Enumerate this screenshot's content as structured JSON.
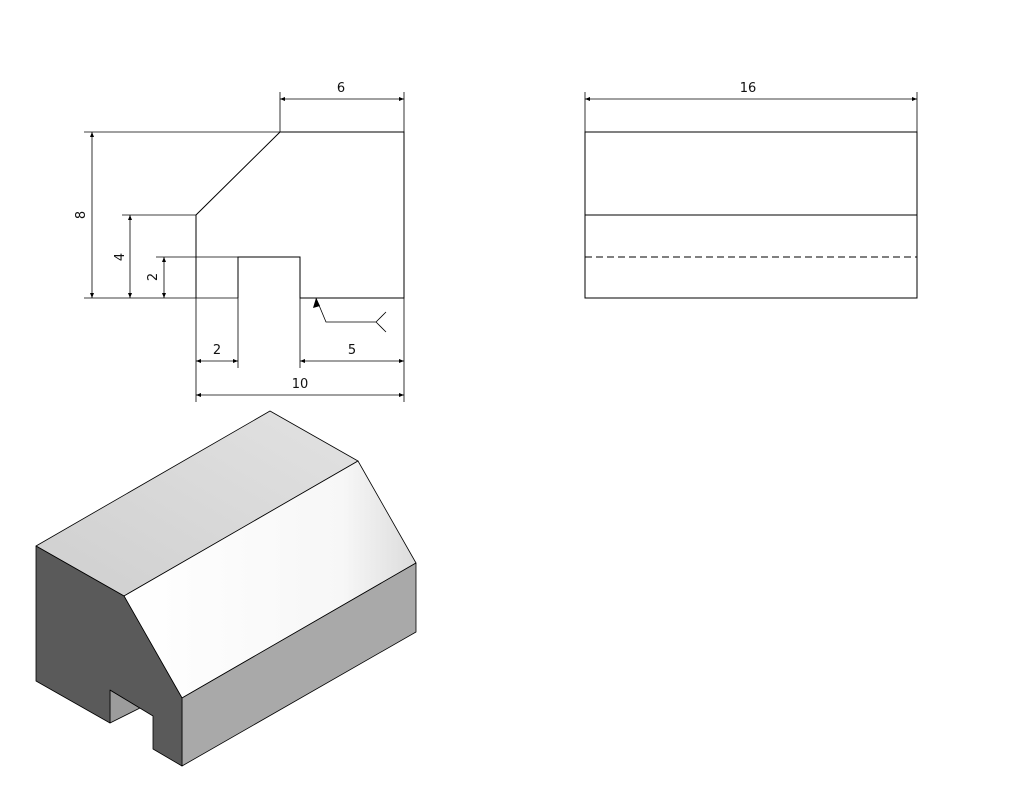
{
  "front_view": {
    "dim_top_width": "6",
    "dim_height_total": "8",
    "dim_height_step": "4",
    "dim_slot_depth": "2",
    "dim_slot_offset": "2",
    "dim_right_width": "5",
    "dim_bottom_width": "10"
  },
  "side_view": {
    "dim_length": "16"
  },
  "colors": {
    "line": "#000000",
    "top_face": "#d2d2d2",
    "slope_face": "#f4f4f4",
    "right_face": "#a9a9a9",
    "front_face": "#5a5a5a",
    "slot_inner": "#9a9a9a"
  }
}
